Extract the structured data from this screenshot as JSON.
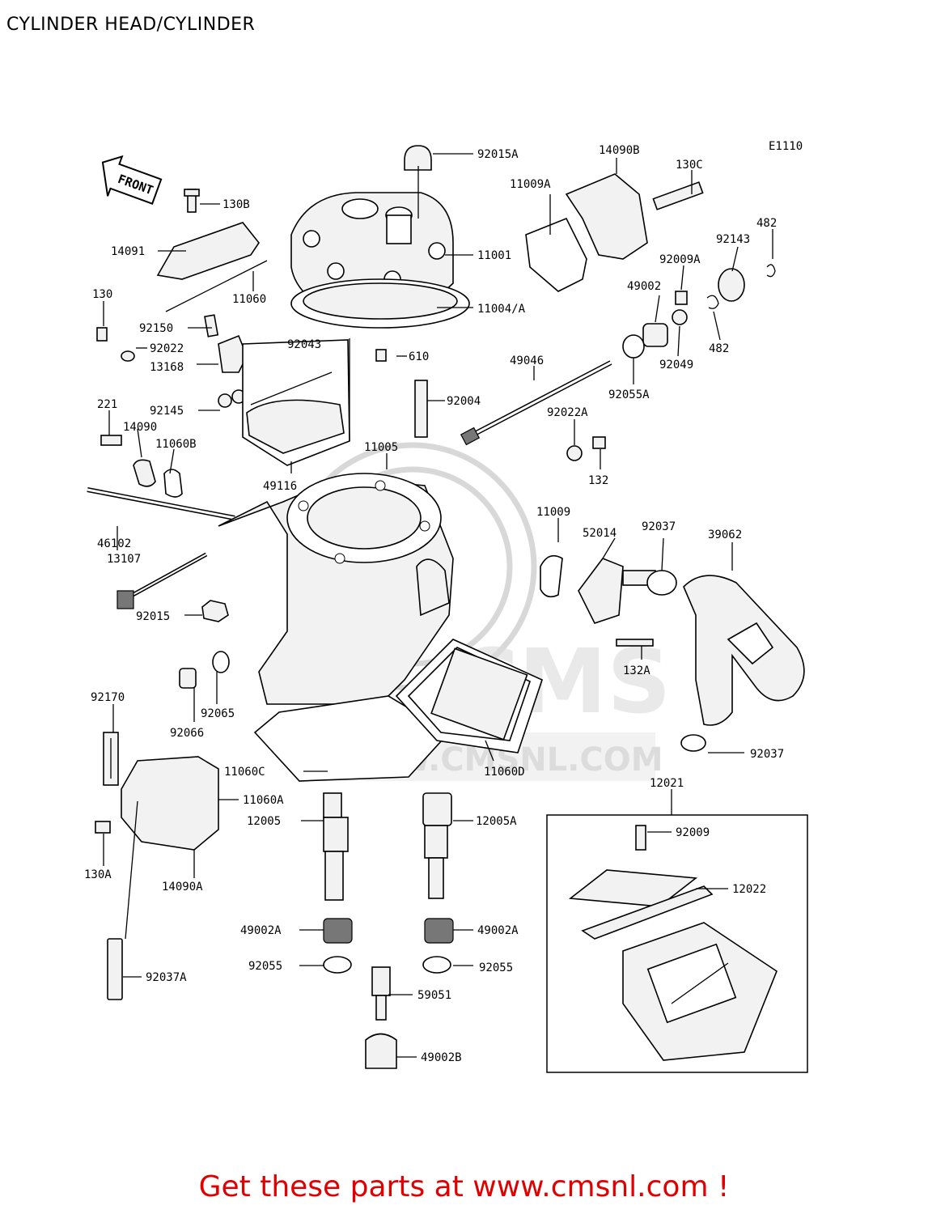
{
  "title": "CYLINDER HEAD/CYLINDER",
  "diagram_code": "E1110",
  "front_label": "FRONT",
  "watermark": {
    "logo": "CMS",
    "url": "WWW.CMSNL.COM"
  },
  "parts": [
    "92015A",
    "14090B",
    "130C",
    "11009A",
    "482",
    "92143",
    "130B",
    "14091",
    "11001",
    "92009A",
    "11060",
    "11004/A",
    "49002",
    "130",
    "92150",
    "482",
    "92022",
    "92043",
    "610",
    "49046",
    "92049",
    "13168",
    "92055A",
    "92004",
    "221",
    "92145",
    "92022A",
    "14090",
    "11060B",
    "11005",
    "49116",
    "132",
    "11009",
    "46102",
    "52014",
    "92037",
    "39062",
    "13107",
    "92015",
    "132A",
    "92170",
    "92065",
    "92066",
    "92037",
    "11060C",
    "11060D",
    "12021",
    "11060A",
    "12005",
    "12005A",
    "92009",
    "130A",
    "14090A",
    "12022",
    "49002A",
    "49002A",
    "92055",
    "92055",
    "59051",
    "92037A",
    "49002B"
  ],
  "footer_text": "Get these parts at www.cmsnl.com !"
}
